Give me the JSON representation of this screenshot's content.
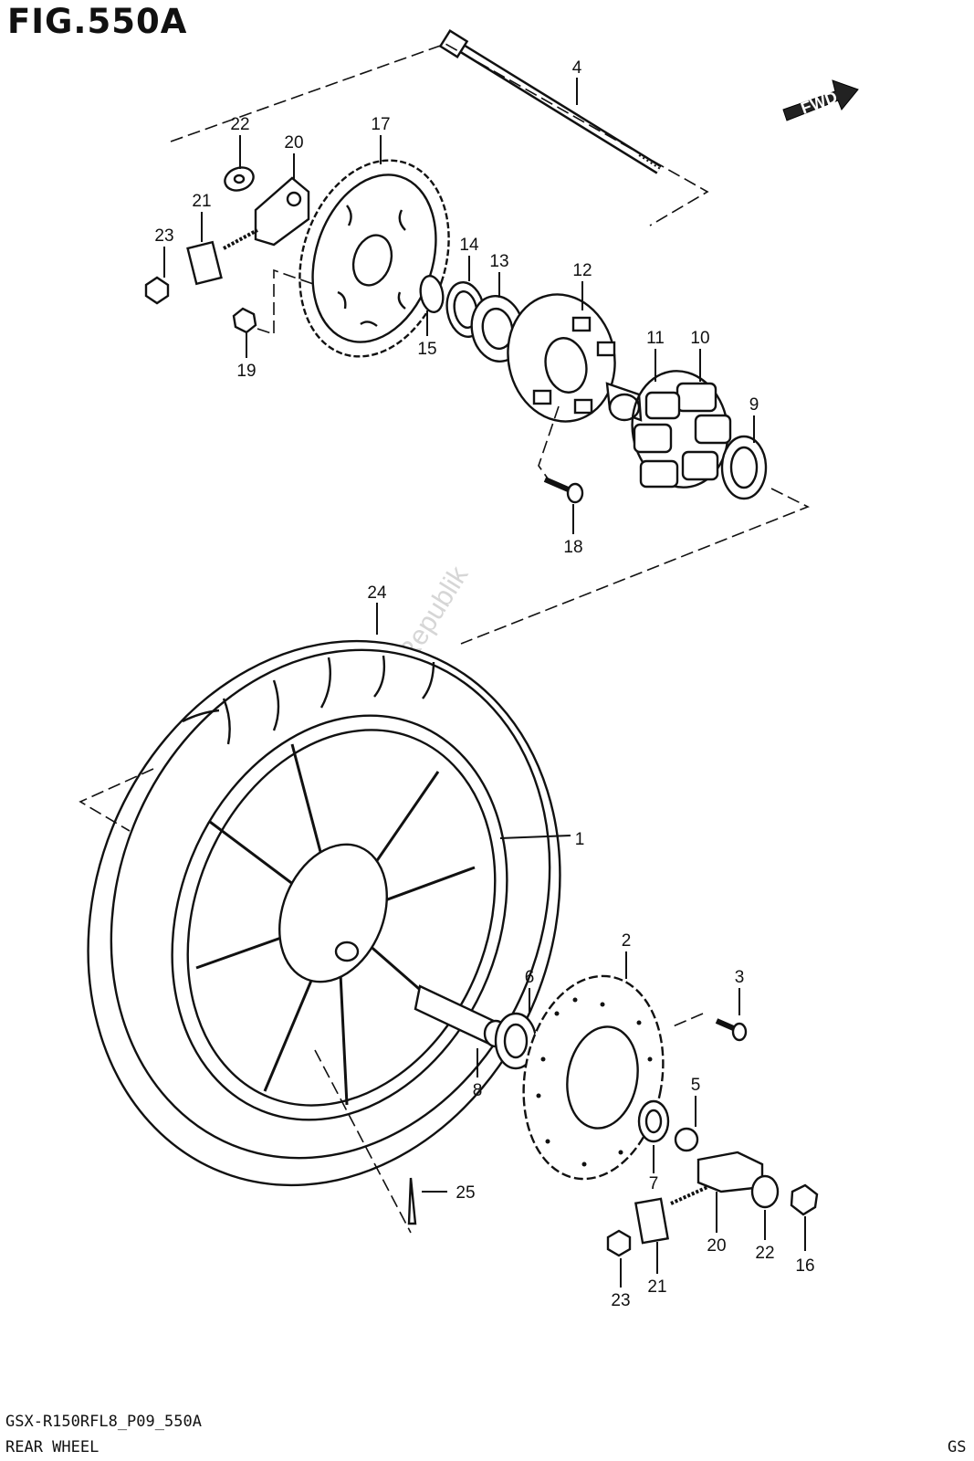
{
  "figure": {
    "title": "FIG.550A",
    "code": "GSX-R150RFL8_P09_550A",
    "description": "REAR WHEEL",
    "corner_code": "GS",
    "fwd_label": "FWD",
    "watermark": "Parts Republik"
  },
  "callouts": [
    "1",
    "2",
    "3",
    "4",
    "5",
    "6",
    "7",
    "8",
    "9",
    "10",
    "11",
    "12",
    "13",
    "14",
    "15",
    "16",
    "17",
    "18",
    "19",
    "20",
    "20",
    "21",
    "21",
    "22",
    "22",
    "23",
    "23",
    "24",
    "25"
  ]
}
